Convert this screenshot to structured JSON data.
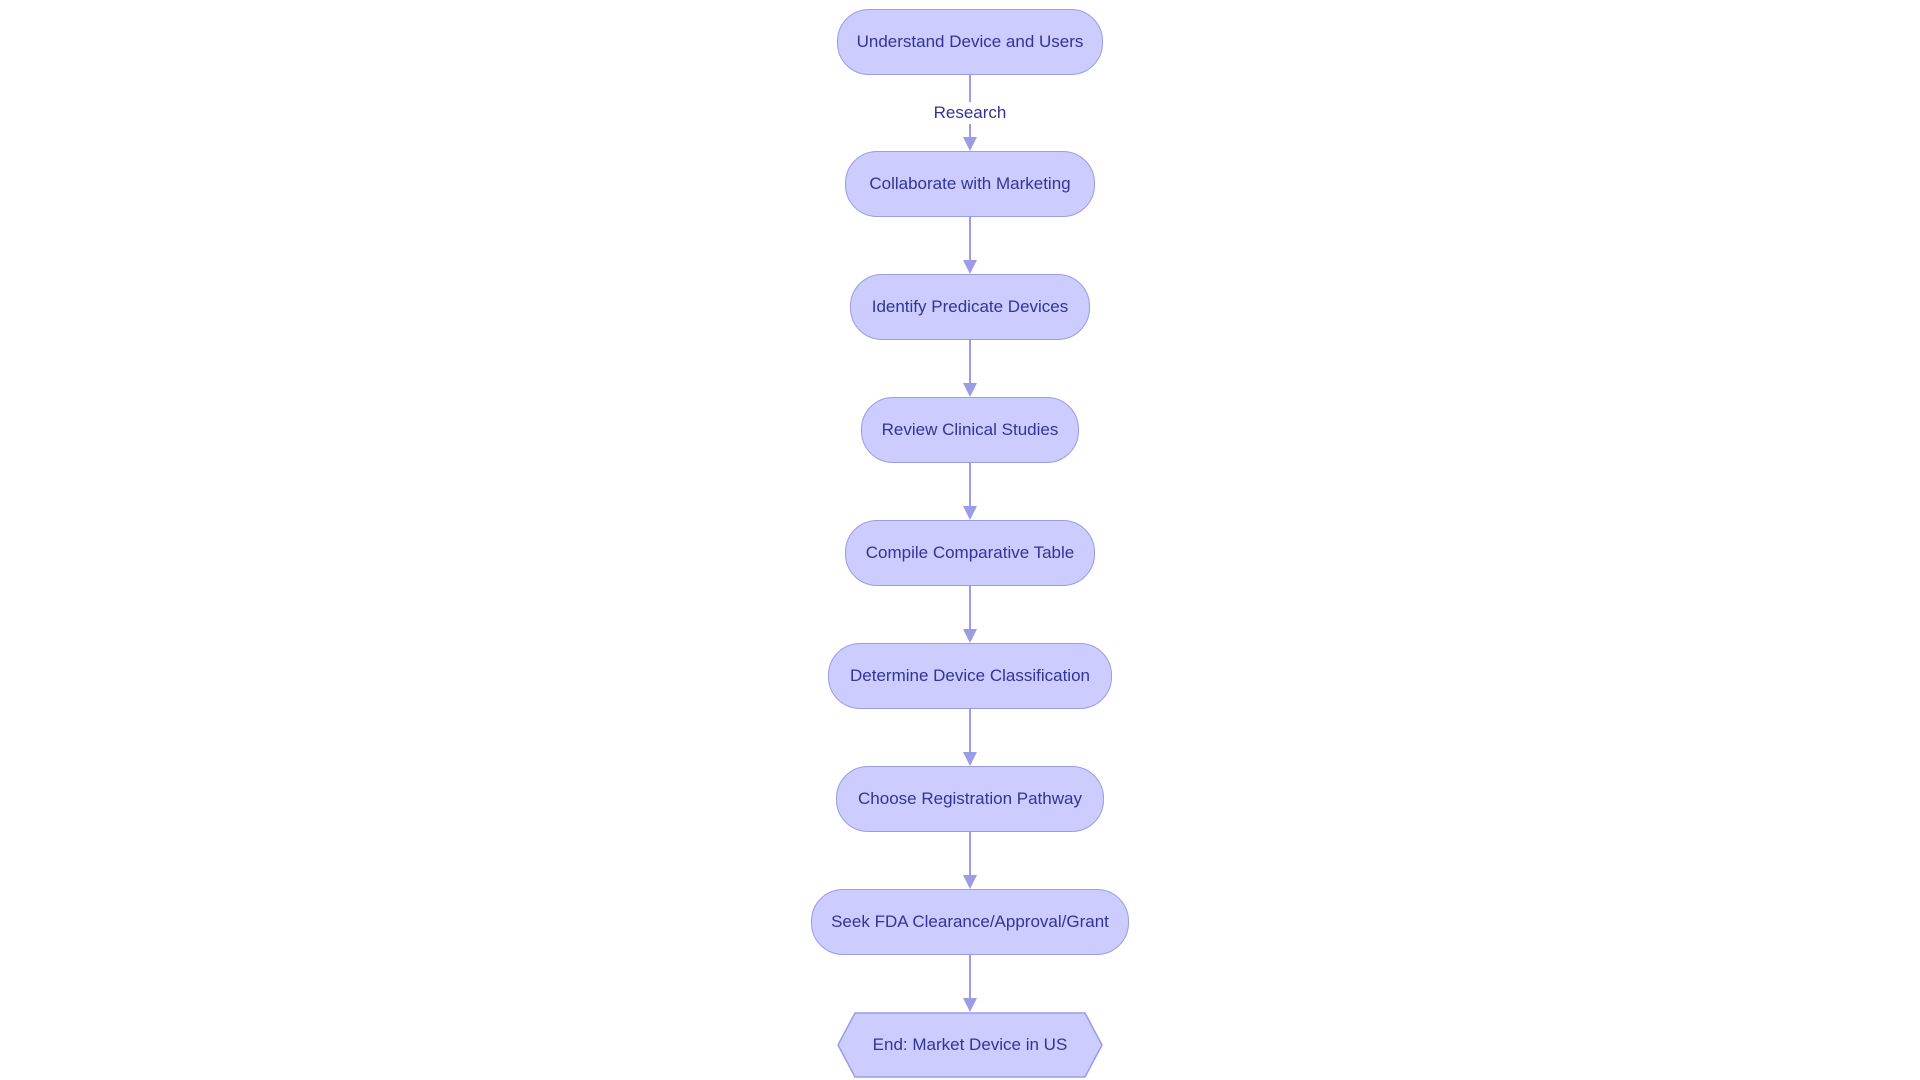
{
  "colors": {
    "node_fill": "#ccccff",
    "node_stroke": "#9b9be6",
    "text": "#333399",
    "edge": "#9b9be6"
  },
  "nodes": [
    {
      "id": "understand",
      "label": "Understand Device and Users",
      "shape": "rounded"
    },
    {
      "id": "collaborate",
      "label": "Collaborate with Marketing",
      "shape": "rounded"
    },
    {
      "id": "identify",
      "label": "Identify Predicate Devices",
      "shape": "rounded"
    },
    {
      "id": "review",
      "label": "Review Clinical Studies",
      "shape": "rounded"
    },
    {
      "id": "compile",
      "label": "Compile Comparative Table",
      "shape": "rounded"
    },
    {
      "id": "determine",
      "label": "Determine Device Classification",
      "shape": "rounded"
    },
    {
      "id": "choose",
      "label": "Choose Registration Pathway",
      "shape": "rounded"
    },
    {
      "id": "seek",
      "label": "Seek FDA Clearance/Approval/Grant",
      "shape": "rounded"
    },
    {
      "id": "end",
      "label": "End: Market Device in US",
      "shape": "hexagon"
    }
  ],
  "edges": [
    {
      "from": "understand",
      "to": "collaborate",
      "label": "Research"
    },
    {
      "from": "collaborate",
      "to": "identify",
      "label": ""
    },
    {
      "from": "identify",
      "to": "review",
      "label": ""
    },
    {
      "from": "review",
      "to": "compile",
      "label": ""
    },
    {
      "from": "compile",
      "to": "determine",
      "label": ""
    },
    {
      "from": "determine",
      "to": "choose",
      "label": ""
    },
    {
      "from": "choose",
      "to": "seek",
      "label": ""
    },
    {
      "from": "seek",
      "to": "end",
      "label": ""
    }
  ]
}
